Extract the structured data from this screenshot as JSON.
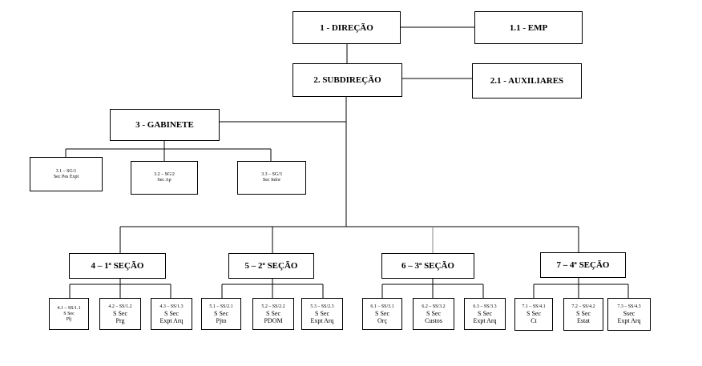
{
  "org": {
    "direcao": "1 - DIREÇÃO",
    "emp": "1.1 - EMP",
    "subdirecao": "2. SUBDIREÇÃO",
    "auxiliares": "2.1 - AUXILIARES",
    "gabinete": "3 - GABINETE",
    "gab_units": [
      {
        "code": "3.1 – SG/1",
        "name": "Sec Pes Expt"
      },
      {
        "code": "3.2  – SG/2",
        "name": "Sec  Ap"
      },
      {
        "code": "3.3  – SG/3",
        "name": "Sec Infor"
      }
    ],
    "secoes": [
      {
        "label": "4 – 1ª SEÇÃO",
        "units": [
          {
            "code": "4.1 – SS/1.1",
            "line2": "S Sec",
            "line3": "Plj"
          },
          {
            "code": "4.2 – SS/1.2",
            "line2": "S Sec",
            "line3": "Prg"
          },
          {
            "code": "4.3 – SS/1.3",
            "line2": "S Sec",
            "line3": "Expt Arq"
          }
        ]
      },
      {
        "label": "5 – 2ª SEÇÃO",
        "units": [
          {
            "code": "5.1 – SS/2.1",
            "line2": "S Sec",
            "line3": "Pjto"
          },
          {
            "code": "5.2 – SS/2.2",
            "line2": "S Sec",
            "line3": "PDOM"
          },
          {
            "code": "5.3 – SS/2.3",
            "line2": "S Sec",
            "line3": "Expt Arq"
          }
        ]
      },
      {
        "label": "6 – 3ª SEÇÃO",
        "units": [
          {
            "code": "6.1 – SS/3.1",
            "line2": "S Sec",
            "line3": "Orç"
          },
          {
            "code": "6.2 – SS/3.2",
            "line2": "S Sec",
            "line3": "Custos"
          },
          {
            "code": "6.3 – SS/3.3",
            "line2": "S Sec",
            "line3": "Expt Arq"
          }
        ]
      },
      {
        "label": "7 – 4ª SEÇÃO",
        "units": [
          {
            "code": "7.1 – SS/4.1",
            "line2": "S Sec",
            "line3": "Ct"
          },
          {
            "code": "7.2 – SS/4.2",
            "line2": "S Sec",
            "line3": "Estat"
          },
          {
            "code": "7.3 – SS/4.3",
            "line2": "Ssec",
            "line3": "Expt Arq"
          }
        ]
      }
    ]
  }
}
